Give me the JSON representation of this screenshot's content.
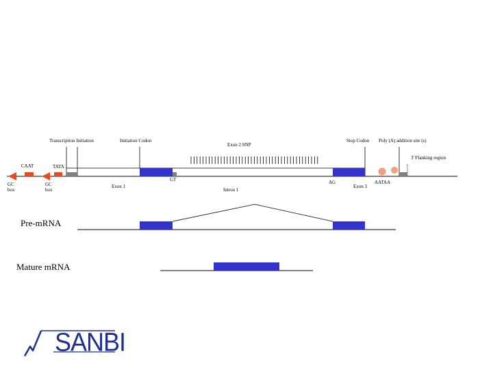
{
  "colors": {
    "exon": "#3333cc",
    "box": "#e84a1e",
    "gray": "#808080",
    "polya_dot": "#f2a07b",
    "logo": "#1f2f8f"
  },
  "labels": {
    "transcription_initiation": "Transcription Initiation",
    "initiation_codon": "Initiation Codon",
    "exon_snp": "Exon 2 SNP",
    "stop_codon": "Stop Codon",
    "polya_site": "Poly (A) addition site (s)",
    "flanking": "3' Flanking region",
    "caat": "CAAT",
    "tata": "TATA",
    "gc_box_1": "GC box",
    "gc_box_2": "GC box",
    "exon1": "Exon 1",
    "gt": "GT",
    "intron1": "Intron 1",
    "ag": "AG",
    "exon3": "Exon 3",
    "aataa": "AATAA",
    "pre_mrna": "Pre-mRNA",
    "mature_mrna": "Mature mRNA"
  },
  "logo": {
    "text": "SANBI"
  }
}
